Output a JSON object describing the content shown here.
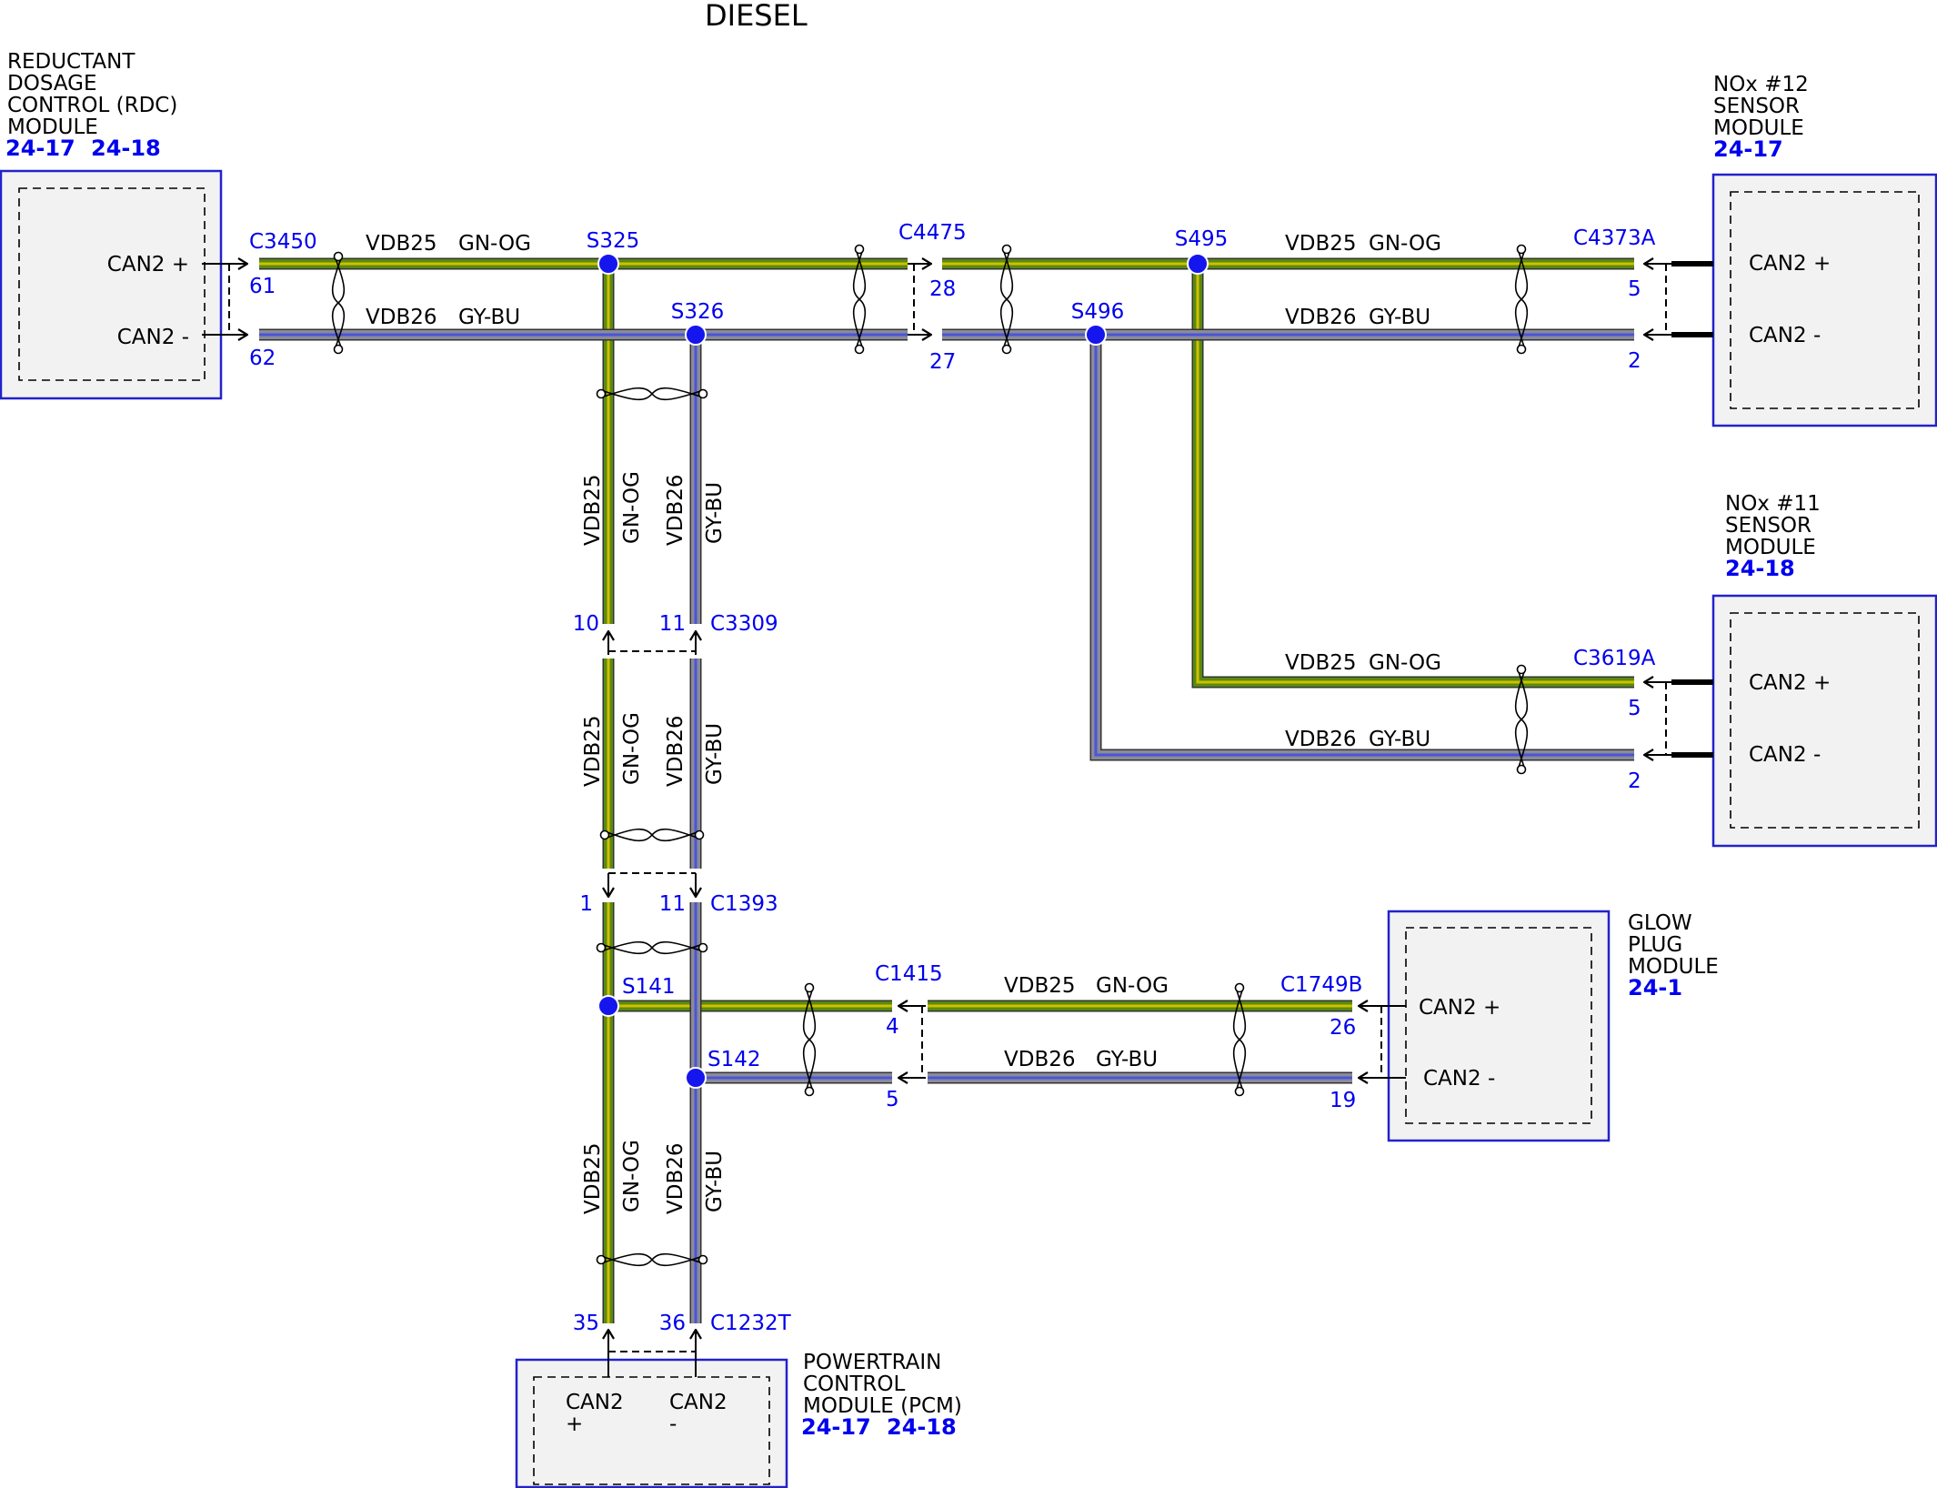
{
  "title": "DIESEL",
  "colors": {
    "box_border": "#2222cc",
    "box_fill": "#f2f2f2",
    "splice": "#1515ee",
    "gn_og_core": "#5a8a10",
    "gn_og_stripe": "#d0c000",
    "gy_bu_core": "#8a8a9a",
    "gy_bu_stripe": "#4a55d8",
    "link_text": "#0000ee"
  },
  "modules": {
    "rdc": {
      "name_lines": [
        "REDUCTANT",
        "DOSAGE",
        "CONTROL (RDC)",
        "MODULE"
      ],
      "refs": [
        "24-17",
        "24-18"
      ],
      "pins": [
        "CAN2 +",
        "CAN2 -"
      ]
    },
    "nox12": {
      "name_lines": [
        "NOx #12",
        "SENSOR",
        "MODULE"
      ],
      "refs": [
        "24-17"
      ],
      "pins": [
        "CAN2 +",
        "CAN2 -"
      ]
    },
    "nox11": {
      "name_lines": [
        "NOx #11",
        "SENSOR",
        "MODULE"
      ],
      "refs": [
        "24-18"
      ],
      "pins": [
        "CAN2 +",
        "CAN2 -"
      ]
    },
    "glow": {
      "name_lines": [
        "GLOW",
        "PLUG",
        "MODULE"
      ],
      "refs": [
        "24-1"
      ],
      "pins": [
        "CAN2 +",
        "CAN2 -"
      ]
    },
    "pcm": {
      "name_lines": [
        "POWERTRAIN",
        "CONTROL",
        "MODULE (PCM)"
      ],
      "refs": [
        "24-17",
        "24-18"
      ],
      "pins": [
        [
          "CAN2",
          "+"
        ],
        [
          "CAN2",
          "-"
        ]
      ]
    }
  },
  "connectors": {
    "c3450": {
      "name": "C3450",
      "pins": [
        "61",
        "62"
      ]
    },
    "c4475": {
      "name": "C4475",
      "pins": [
        "28",
        "27"
      ]
    },
    "c4373a": {
      "name": "C4373A",
      "pins": [
        "5",
        "2"
      ]
    },
    "c3619a": {
      "name": "C3619A",
      "pins": [
        "5",
        "2"
      ]
    },
    "c3309": {
      "name": "C3309",
      "pins": [
        "10",
        "11"
      ]
    },
    "c1393": {
      "name": "C1393",
      "pins": [
        "1",
        "11"
      ]
    },
    "c1415": {
      "name": "C1415",
      "pins": [
        "4",
        "5"
      ]
    },
    "c1749b": {
      "name": "C1749B",
      "pins": [
        "26",
        "19"
      ]
    },
    "c1232t": {
      "name": "C1232T",
      "pins": [
        "35",
        "36"
      ]
    }
  },
  "splices": [
    "S325",
    "S326",
    "S495",
    "S496",
    "S141",
    "S142"
  ],
  "circuits": {
    "can_plus": {
      "circuit": "VDB25",
      "color": "GN-OG"
    },
    "can_minus": {
      "circuit": "VDB26",
      "color": "GY-BU"
    }
  }
}
